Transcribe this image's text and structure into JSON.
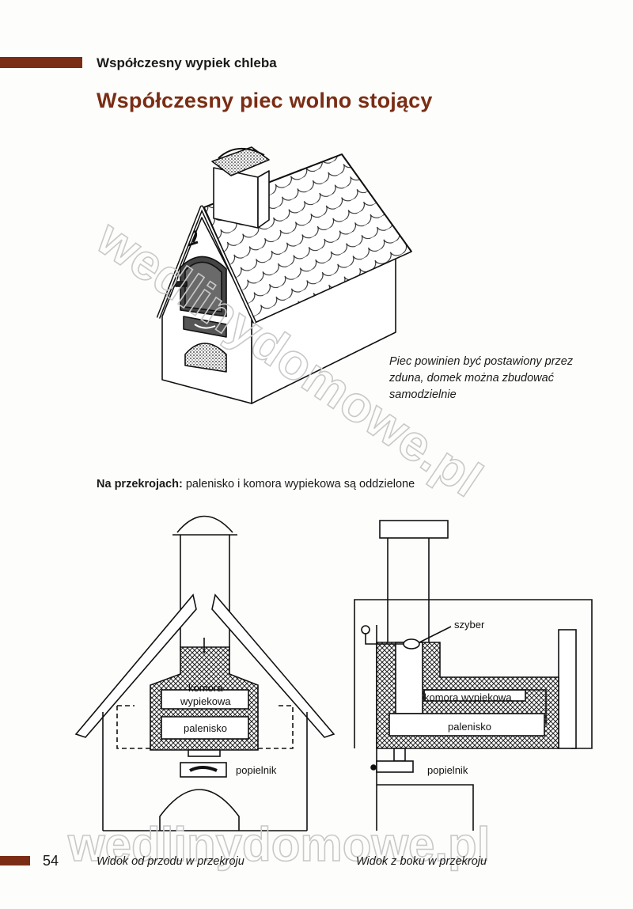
{
  "header": {
    "section_title": "Współczesny wypiek chleba",
    "page_title": "Współczesny piec wolno stojący"
  },
  "oven_caption": "Piec powinien być postawiony przez zduna, domek można zbudować samodzielnie",
  "sections_line": {
    "bold": "Na przekrojach:",
    "rest": " palenisko i komora wypiekowa są oddzielone"
  },
  "front_view": {
    "label_chamber_line1": "komora",
    "label_chamber_line2": "wypiekowa",
    "label_firebox": "palenisko",
    "label_ashpit": "popielnik",
    "caption": "Widok od przodu w przekroju"
  },
  "side_view": {
    "label_damper": "szyber",
    "label_chamber": "komora wypiekowa",
    "label_firebox": "palenisko",
    "label_ashpit": "popielnik",
    "caption": "Widok z boku w przekroju"
  },
  "watermark": {
    "diagonal": "wedlinydomowe.pl",
    "bottom": "wedlinydomowe.pl"
  },
  "footer": {
    "page_number": "54"
  },
  "colors": {
    "accent": "#7a2d14",
    "text": "#1a1a1a",
    "watermark": "#c9c9c9"
  }
}
